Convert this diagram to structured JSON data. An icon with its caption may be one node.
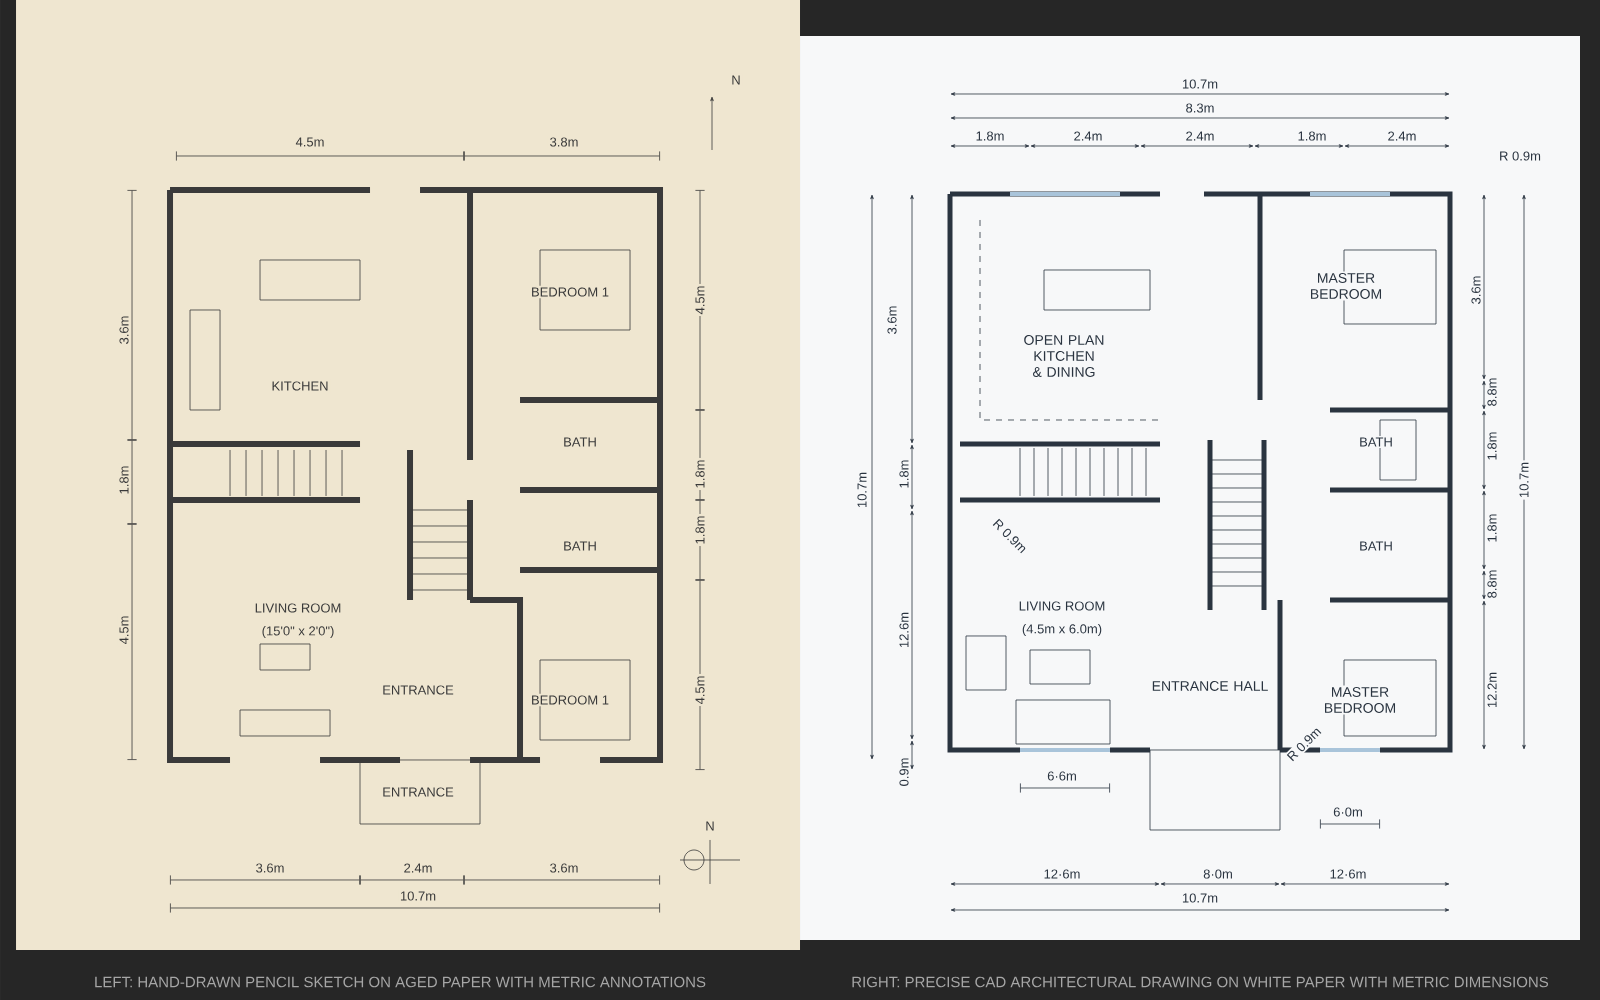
{
  "diagram": {
    "labels": [
      "N",
      "4.5m",
      "3.8m",
      "BEDROOM 1",
      "4.5m",
      "3.6m",
      "KITCHEN",
      "BATH",
      "1.8m",
      "1.8m",
      "BATH",
      "1.8m",
      "LIVING ROOM",
      "(15'0\" x 2'0\")",
      "4.5m",
      "ENTRANCE",
      "BEDROOM 1",
      "4.5m",
      "ENTRANCE",
      "N",
      "3.6m",
      "2.4m",
      "3.6m",
      "10.7m",
      "LEFT: HAND-DRAWN PENCIL SKETCH ON AGED PAPER WITH METRIC ANNOTATIONS",
      "10.7m",
      "8.3m",
      "1.8m",
      "2.4m",
      "2.4m",
      "1.8m",
      "2.4m",
      "R 0.9m",
      "3.6m",
      "MASTER BEDROOM",
      "3.6m",
      "OPEN PLAN KITCHEN & DINING",
      "8.8m",
      "10.7m",
      "1.8m",
      "BATH",
      "1.8m",
      "10.7m",
      "R 0.9m",
      "1.8m",
      "BATH",
      "8.8m",
      "LIVING ROOM",
      "(4.5m x 6.0m)",
      "12.6m",
      "ENTRANCE HALL",
      "MASTER BEDROOM",
      "12.2m",
      "R 0.9m",
      "6·6m",
      "0.9m",
      "6·0m",
      "12·6m",
      "8·0m",
      "12·6m",
      "10.7m",
      "RIGHT: PRECISE CAD ARCHITECTURAL DRAWING ON WHITE PAPER WITH METRIC DIMENSIONS"
    ]
  }
}
